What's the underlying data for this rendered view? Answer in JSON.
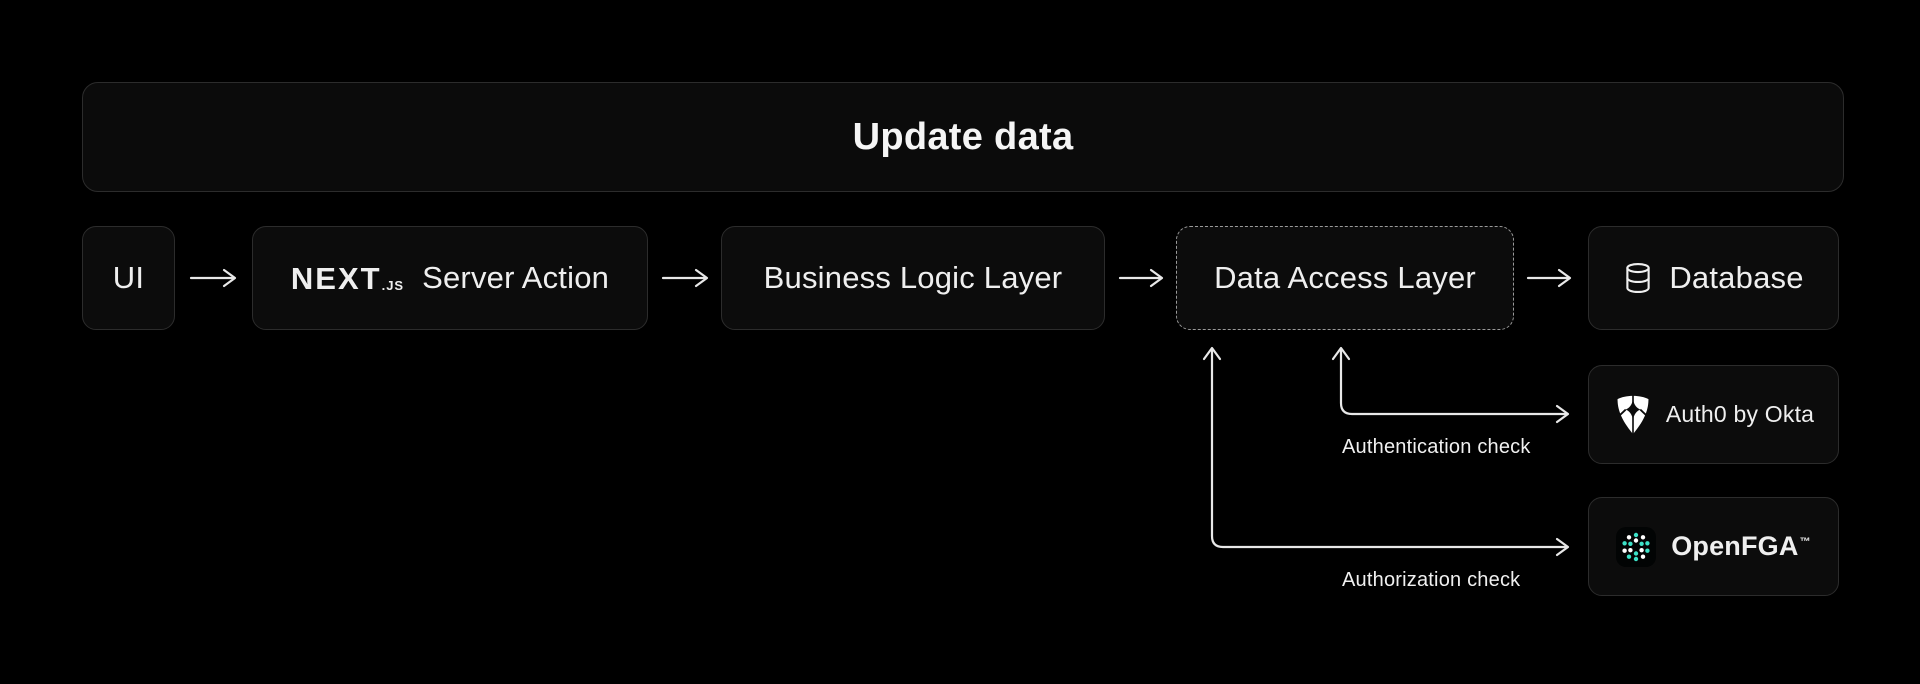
{
  "colors": {
    "background": "#000000",
    "box_background": "#0c0c0c",
    "box_border": "#2c2c2c",
    "dashed_border": "#9a9a9a",
    "text": "#efefef",
    "arrow": "#e8e8e8",
    "openfga_teal": "#3ce2c8"
  },
  "header": {
    "title": "Update data"
  },
  "flow_row": {
    "nodes": [
      {
        "label": "UI"
      },
      {
        "label": "Server Action",
        "logo_text": "NEXT",
        "logo_suffix": ".JS",
        "logo_icon": "nextjs-wordmark"
      },
      {
        "label": "Business Logic Layer"
      },
      {
        "label": "Data Access Layer",
        "border_style": "dashed"
      },
      {
        "label": "Database",
        "icon": "database-cylinder-icon"
      }
    ]
  },
  "services": [
    {
      "label": "Auth0 by Okta",
      "icon": "auth0-shield-icon"
    },
    {
      "label": "OpenFGA",
      "trademark": "™",
      "icon": "openfga-dots-icon"
    }
  ],
  "connectors": [
    {
      "label": "Authentication check",
      "from": "Data Access Layer",
      "to": "Auth0 by Okta"
    },
    {
      "label": "Authorization check",
      "from": "Data Access Layer",
      "to": "OpenFGA"
    }
  ]
}
